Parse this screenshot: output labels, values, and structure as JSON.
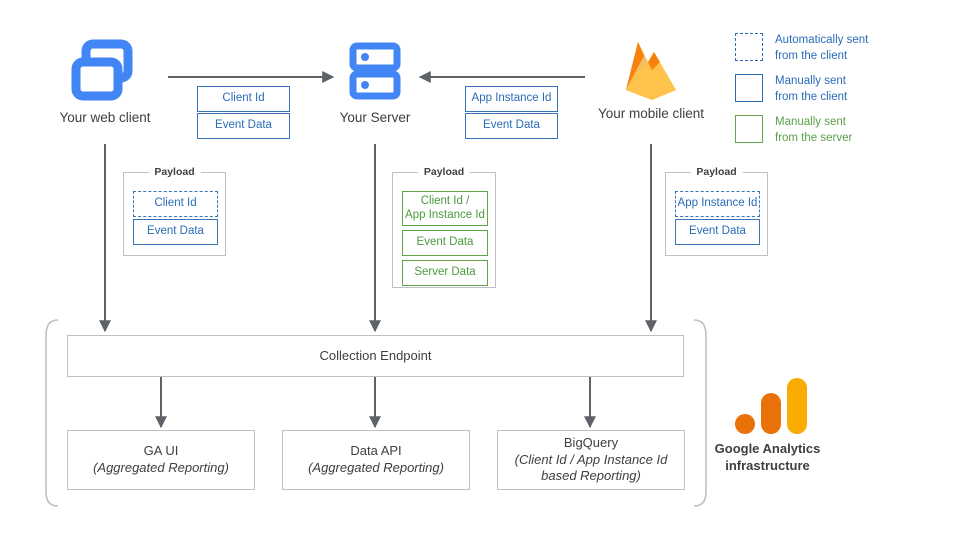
{
  "diagram": {
    "title": "Google Analytics client/server data collection flow",
    "colors": {
      "blue_icon": "#4285f4",
      "blue_line": "#3874b8",
      "blue_text": "#2a6cb8",
      "green_line": "#62a34a",
      "green_text": "#4c9a3f",
      "grey_line": "#bdc1c6",
      "arrow": "#5f6368",
      "firebase_orange": "#f5820d",
      "firebase_amber": "#ffc24a",
      "ga_orange": "#e8710a",
      "ga_yellow": "#f9ab00"
    }
  },
  "nodes": {
    "web_client": {
      "label": "Your web client",
      "icon": "web-client-icon"
    },
    "server": {
      "label": "Your Server",
      "icon": "server-icon"
    },
    "mobile_client": {
      "label": "Your mobile client",
      "icon": "firebase-icon"
    }
  },
  "transit_tags": {
    "web_to_server": [
      {
        "label": "Client Id",
        "style": "blue"
      },
      {
        "label": "Event Data",
        "style": "blue"
      }
    ],
    "mobile_to_server": [
      {
        "label": "App Instance Id",
        "style": "blue"
      },
      {
        "label": "Event Data",
        "style": "blue"
      }
    ]
  },
  "payloads": [
    {
      "id": "web-payload",
      "title": "Payload",
      "items": [
        {
          "label": "Client Id",
          "style": "blue-dash"
        },
        {
          "label": "Event Data",
          "style": "blue"
        }
      ]
    },
    {
      "id": "server-payload",
      "title": "Payload",
      "items": [
        {
          "label": "Client Id /\nApp Instance Id",
          "style": "green"
        },
        {
          "label": "Event Data",
          "style": "green"
        },
        {
          "label": "Server Data",
          "style": "green"
        }
      ]
    },
    {
      "id": "mobile-payload",
      "title": "Payload",
      "items": [
        {
          "label": "App Instance Id",
          "style": "blue-dash"
        },
        {
          "label": "Event Data",
          "style": "blue"
        }
      ]
    }
  ],
  "infrastructure": {
    "collection_endpoint": {
      "label": "Collection Endpoint"
    },
    "outputs": [
      {
        "title": "GA UI",
        "subtitle": "(Aggregated Reporting)"
      },
      {
        "title": "Data API",
        "subtitle": "(Aggregated Reporting)"
      },
      {
        "title": "BigQuery",
        "subtitle": "(Client Id / App Instance Id\nbased Reporting)"
      }
    ],
    "caption_line1": "Google Analytics",
    "caption_line2": "infrastructure"
  },
  "legend": {
    "items": [
      {
        "swatch": "dash",
        "line1": "Automatically sent",
        "line2": "from the client",
        "color": "blue"
      },
      {
        "swatch": "solid-blue",
        "line1": "Manually sent",
        "line2": "from the client",
        "color": "blue"
      },
      {
        "swatch": "solid-green",
        "line1": "Manually sent",
        "line2": "from the server",
        "color": "green"
      }
    ]
  }
}
